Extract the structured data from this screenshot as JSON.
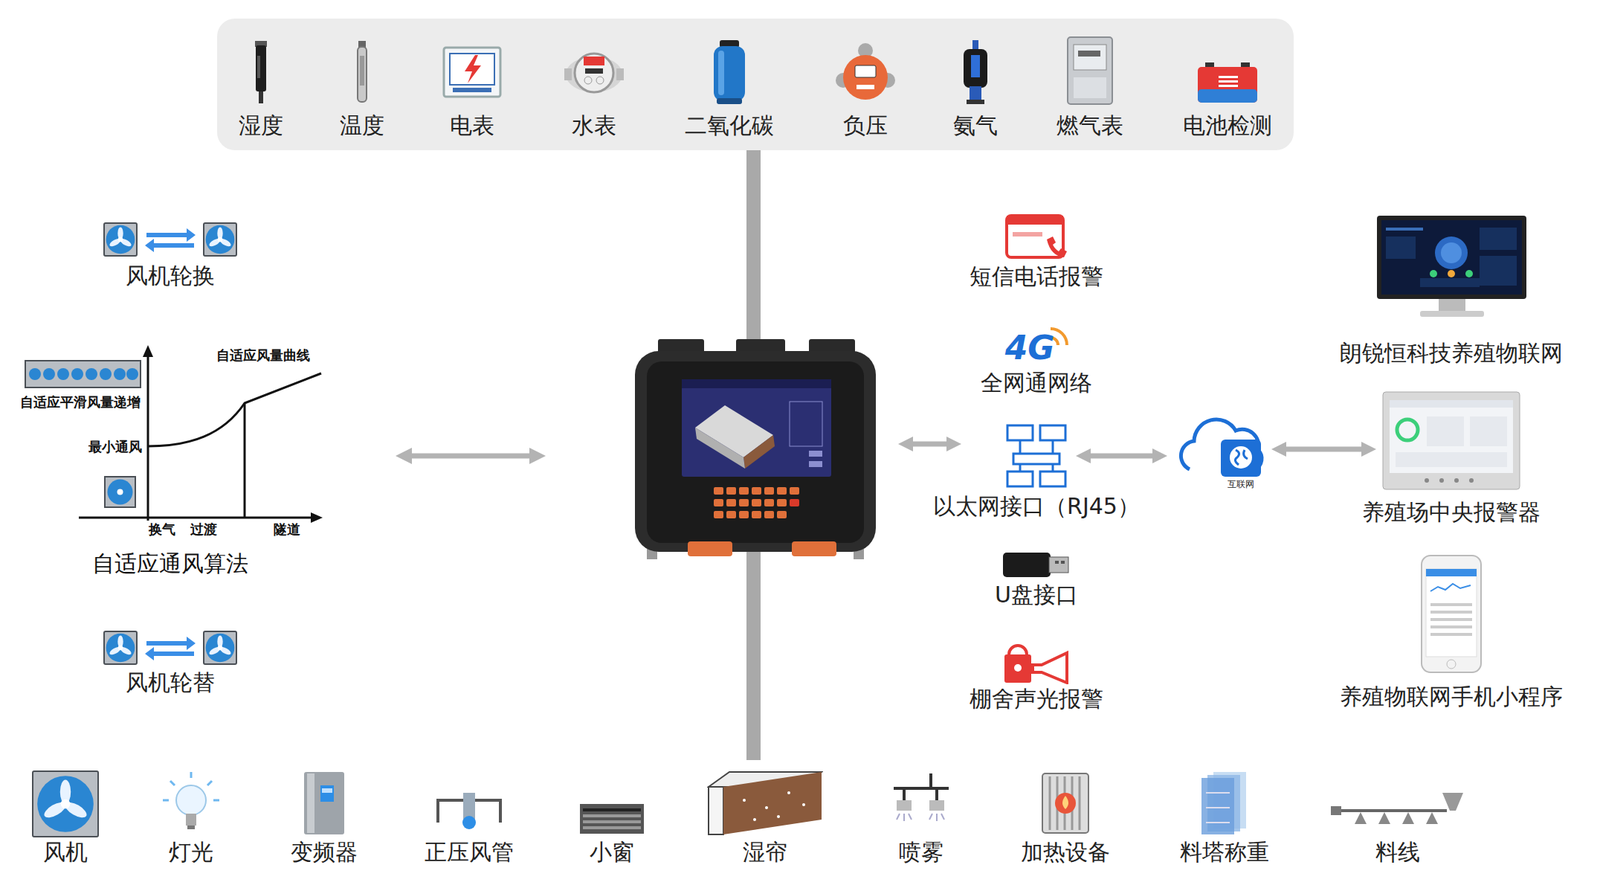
{
  "diagram": {
    "nodes": [
      {
        "text": [
          "湿度"
        ]
      },
      {
        "text": [
          "温度"
        ]
      },
      {
        "text": [
          "电表"
        ]
      },
      {
        "text": [
          "水表"
        ]
      },
      {
        "text": [
          "二氧化碳"
        ]
      },
      {
        "text": [
          "负压"
        ]
      },
      {
        "text": [
          "氨气"
        ]
      },
      {
        "text": [
          "燃气表"
        ]
      },
      {
        "text": [
          "电池检测"
        ]
      },
      {
        "text": [
          "风机轮换"
        ]
      },
      {
        "text": [
          "风机轮替"
        ]
      },
      {
        "text": [
          "短信电话报警"
        ]
      },
      {
        "text": [
          "4G",
          "全网通网络"
        ]
      },
      {
        "text": [
          "以太网接口（RJ45）"
        ]
      },
      {
        "text": [
          "U盘接口"
        ]
      },
      {
        "text": [
          "棚舍声光报警"
        ]
      },
      {
        "text": [
          "互联网"
        ]
      },
      {
        "text": [
          "朗锐恒科技养殖物联网"
        ]
      },
      {
        "text": [
          "养殖场中央报警器"
        ]
      },
      {
        "text": [
          "养殖物联网手机小程序"
        ]
      },
      {
        "text": [
          "风机"
        ]
      },
      {
        "text": [
          "灯光"
        ]
      },
      {
        "text": [
          "变频器"
        ]
      },
      {
        "text": [
          "正压风管"
        ]
      },
      {
        "text": [
          "小窗"
        ]
      },
      {
        "text": [
          "湿帘"
        ]
      },
      {
        "text": [
          "喷雾"
        ]
      },
      {
        "text": [
          "加热设备"
        ]
      },
      {
        "text": [
          "料塔称重"
        ]
      },
      {
        "text": [
          "料线"
        ]
      }
    ],
    "edges": [
      {
        "from": 13,
        "to": 16,
        "arrow": "both"
      },
      {
        "from": 16,
        "to": 18,
        "arrow": "both"
      }
    ],
    "labels": [
      "自适应风量曲线",
      "自适应平滑风量递增",
      "最小通风",
      "换气",
      "过渡",
      "隧道",
      "自适应通风算法"
    ]
  }
}
